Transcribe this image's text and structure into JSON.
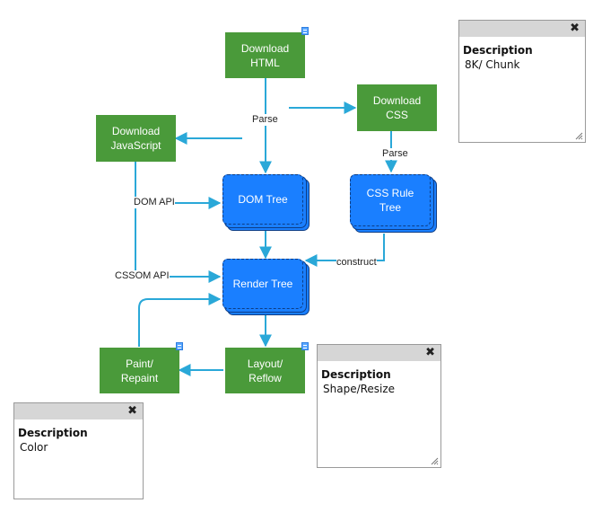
{
  "colors": {
    "process_node": "#4a9a3a",
    "data_node": "#1a7fff",
    "edge": "#2aa8d8",
    "panel_header": "#d6d6d6"
  },
  "nodes": {
    "download_html": "Download\nHTML",
    "download_css": "Download\nCSS",
    "download_js": "Download\nJavaScript",
    "dom_tree": "DOM Tree",
    "css_rule_tree": "CSS Rule\nTree",
    "render_tree": "Render Tree",
    "layout_reflow": "Layout/\nReflow",
    "paint_repaint": "Paint/\nRepaint"
  },
  "edge_labels": {
    "parse_html": "Parse",
    "parse_css": "Parse",
    "dom_api": "DOM API",
    "cssom_api": "CSSOM API",
    "construct": "construct"
  },
  "panels": [
    {
      "title": "Description",
      "body": "8K/ Chunk",
      "close": "✖",
      "node_icon": "note-icon"
    },
    {
      "title": "Description",
      "body": "Shape/Resize",
      "close": "✖",
      "node_icon": "note-icon"
    },
    {
      "title": "Description",
      "body": "Color",
      "close": "✖",
      "node_icon": "note-icon"
    }
  ]
}
